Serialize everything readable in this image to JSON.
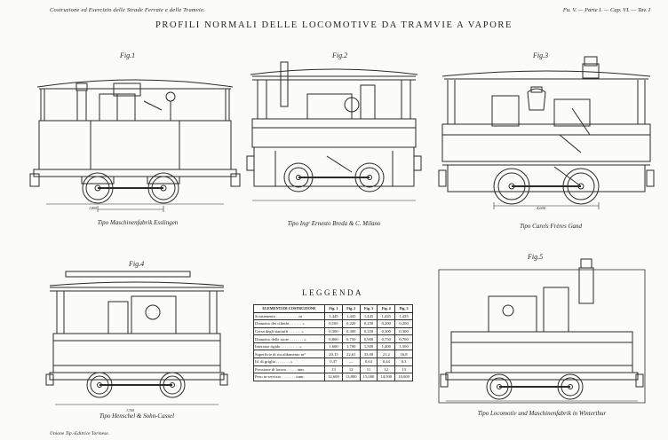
{
  "header": {
    "left": "Costruzione ed Esercizio delle Strade Ferrate e delle Tramvie.",
    "right": "Fu. V. — Parte I. — Cap. VI. — Tav. I"
  },
  "title": "PROFILI NORMALI DELLE LOCOMOTIVE DA TRAMVIE A VAPORE",
  "figures": [
    {
      "label": "Fig.1",
      "caption": "Tipo Maschinenfabrik Esslingen"
    },
    {
      "label": "Fig.2",
      "caption": "Tipo Ingᵉ Ernesto Breda & C. Milano"
    },
    {
      "label": "Fig.3",
      "caption": "Tipo Carels Frères Gand"
    },
    {
      "label": "Fig.4",
      "caption": "Tipo Henschel & Sohn-Cassel"
    },
    {
      "label": "Fig.5",
      "caption": "Tipo Locomotiv und Maschinenfabrik in Winterthur"
    }
  ],
  "dimensions": {
    "fig1": "1,800",
    "fig3": "4,600",
    "fig4": "1,700"
  },
  "legend": {
    "title": "LEGGENDA",
    "headers": [
      "ELEMENTI DI COSTRUZIONE",
      "Fig. 1",
      "Fig. 2",
      "Fig. 3",
      "Fig. 4",
      "Fig. 5"
    ],
    "rows": [
      {
        "label": "Scartamento . . . . . . . . . . . m",
        "values": [
          "1,445",
          "1,445",
          "1,445",
          "1,445",
          "1,435"
        ]
      },
      {
        "label": "Diametro dei cilindri . . . . . . »",
        "values": [
          "0,165",
          "0,220",
          "0,250",
          "0,200",
          "0,200"
        ]
      },
      {
        "label": "Corsa degli stantuffi . . . . . . »",
        "values": [
          "0,300",
          "0,300",
          "0,350",
          "0,300",
          "0,300"
        ]
      },
      {
        "label": "Diametro delle ruote . . . . . . . »",
        "values": [
          "0,800",
          "0,750",
          "0,900",
          "0,750",
          "0,700"
        ]
      },
      {
        "label": "Interasse rigido . . . . . . . . . »",
        "values": [
          "1,600",
          "1,700",
          "1,500",
          "1,400",
          "1,500"
        ]
      },
      {
        "label": "Superficie di riscaldamento m²",
        "values": [
          "20,15",
          "22,61",
          "33,00",
          "21,2",
          "16,8"
        ]
      },
      {
        "label": "Id.    di griglia . . . . . . . »",
        "values": [
          "0,37",
          "—",
          "0,63",
          "0,44",
          "0,3"
        ]
      },
      {
        "label": "Pressione di lavoro . . . . . atm.",
        "values": [
          "13",
          "12",
          "11",
          "12",
          "13"
        ]
      },
      {
        "label": "Peso in servizio . . . . . . . tonn.",
        "values": [
          "12,600",
          "13,800",
          "15,000",
          "14,500",
          "10,000"
        ]
      }
    ]
  },
  "footer": "Unione Tip.-Editrice Torinese."
}
